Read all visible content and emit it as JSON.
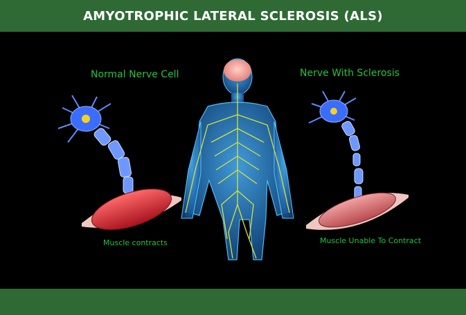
{
  "title": "AMYOTROPHIC LATERAL SCLEROSIS (ALS)",
  "labels": {
    "normal": "Normal Nerve Cell",
    "sclerosis": "Nerve With Sclerosis",
    "contracts": "Muscle contracts",
    "unable": "Muscle Unable To Contract"
  },
  "colors": {
    "banner": "#2f6a35",
    "label_text": "#22c63a",
    "nerve": "#d7e23a",
    "body": "#2a8fd6",
    "neuron": "#3a6cff",
    "muscle": "#d42c3a"
  }
}
